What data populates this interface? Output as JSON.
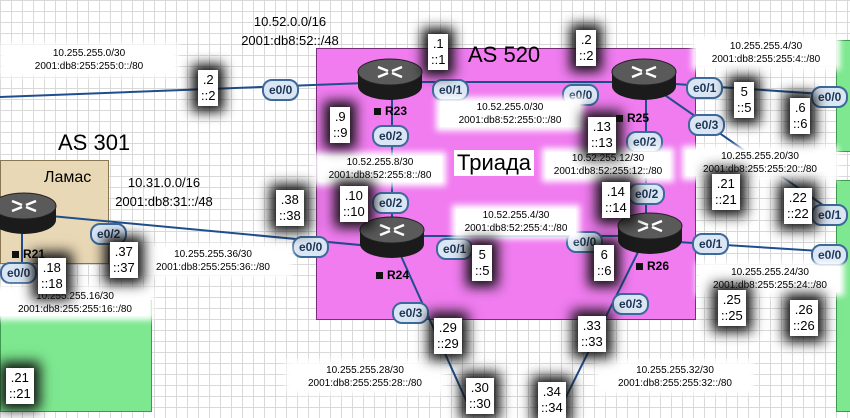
{
  "areas": {
    "as520": {
      "name": "AS 520",
      "label": "Триада",
      "net_v4": "10.52.0.0/16",
      "net_v6": "2001:db8:52::/48"
    },
    "as301": {
      "name": "AS 301",
      "label": "Ламас",
      "net_v4": "10.31.0.0/16",
      "net_v6": "2001:db8:31::/48"
    }
  },
  "routers": {
    "r23": "R23",
    "r25": "R25",
    "r24": "R24",
    "r26": "R26",
    "r21": "R21"
  },
  "interfaces": {
    "left_e00": "e0/0",
    "r23_e00": "e0/0",
    "r23_e01": "e0/1",
    "r23_e02": "e0/2",
    "r25_e00": "e0/0",
    "r25_e01": "e0/1",
    "r25_e02": "e0/2",
    "r25_e03": "e0/3",
    "r24_e00": "e0/0",
    "r24_e01": "e0/1",
    "r24_e02": "e0/2",
    "r24_e03": "e0/3",
    "r26_e00": "e0/0",
    "r26_e01": "e0/1",
    "r26_e02": "e0/2",
    "r26_e03": "e0/3",
    "r21_e02": "e0/2",
    "r21_e00": "e0/0",
    "right_e00_top": "e0/0",
    "right_e01": "e0/1",
    "right_e00_bottom": "e0/0"
  },
  "subnets": {
    "s1": {
      "v4": "10.255.255.0/30",
      "v6": "2001:db8:255:255:0::/80"
    },
    "s2": {
      "v4": "10.255.255.4/30",
      "v6": "2001:db8:255:255:4::/80"
    },
    "s3": {
      "v4": "10.52.255.0/30",
      "v6": "2001:db8:52:255:0::/80"
    },
    "s4": {
      "v4": "10.52.255.8/30",
      "v6": "2001:db8:52:255:8::/80"
    },
    "s5": {
      "v4": "10.52.255.12/30",
      "v6": "2001:db8:52:255:12::/80"
    },
    "s6": {
      "v4": "10.255.255.20/30",
      "v6": "2001:db8:255:255:20::/80"
    },
    "s7": {
      "v4": "10.52.255.4/30",
      "v6": "2001:db8:52:255:4::/80"
    },
    "s8": {
      "v4": "10.255.255.36/30",
      "v6": "2001:db8:255:255:36::/80"
    },
    "s9": {
      "v4": "10.255.255.16/30",
      "v6": "2001:db8:255:255:16::/80"
    },
    "s10": {
      "v4": "10.255.255.24/30",
      "v6": "2001:db8:255:255:24::/80"
    },
    "s11": {
      "v4": "10.255.255.28/30",
      "v6": "2001:db8:255:255:28::/80"
    },
    "s12": {
      "v4": "10.255.255.32/30",
      "v6": "2001:db8:255:255:32::/80"
    }
  },
  "octets": {
    "o2": {
      "v4": ".2",
      "v6": "::2"
    },
    "o1": {
      "v4": ".1",
      "v6": "::1"
    },
    "o2b": {
      "v4": ".2",
      "v6": "::2"
    },
    "o5a": {
      "v4": "5",
      "v6": "::5"
    },
    "o6a": {
      "v4": ".6",
      "v6": "::6"
    },
    "o9": {
      "v4": ".9",
      "v6": "::9"
    },
    "o13": {
      "v4": ".13",
      "v6": "::13"
    },
    "o10": {
      "v4": ".10",
      "v6": "::10"
    },
    "o14": {
      "v4": ".14",
      "v6": "::14"
    },
    "o38": {
      "v4": ".38",
      "v6": "::38"
    },
    "o21": {
      "v4": ".21",
      "v6": "::21"
    },
    "o22": {
      "v4": ".22",
      "v6": "::22"
    },
    "o37": {
      "v4": ".37",
      "v6": "::37"
    },
    "o18": {
      "v4": ".18",
      "v6": "::18"
    },
    "o5b": {
      "v4": "5",
      "v6": "::5"
    },
    "o6b": {
      "v4": "6",
      "v6": "::6"
    },
    "o25": {
      "v4": ".25",
      "v6": "::25"
    },
    "o26": {
      "v4": ".26",
      "v6": "::26"
    },
    "o29": {
      "v4": ".29",
      "v6": "::29"
    },
    "o33": {
      "v4": ".33",
      "v6": "::33"
    },
    "o21b": {
      "v4": ".21",
      "v6": "::21"
    },
    "o30": {
      "v4": ".30",
      "v6": "::30"
    },
    "o34": {
      "v4": ".34",
      "v6": "::34"
    }
  }
}
